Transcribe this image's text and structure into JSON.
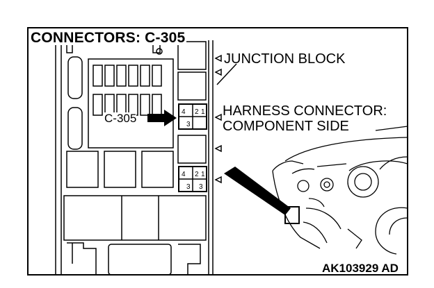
{
  "title": "CONNECTORS: C-305",
  "labels": {
    "junction_block": "JUNCTION BLOCK",
    "harness_line1": "HARNESS CONNECTOR:",
    "harness_line2": "COMPONENT SIDE",
    "connector_id": "C-305",
    "figure_code": "AK103929 AD"
  },
  "connector_pins": {
    "top_left": "4",
    "top_mid": "2",
    "top_right": "1",
    "bottom_mid": "3",
    "bottom_right": "3"
  },
  "colors": {
    "line": "#000000",
    "background": "#ffffff"
  }
}
